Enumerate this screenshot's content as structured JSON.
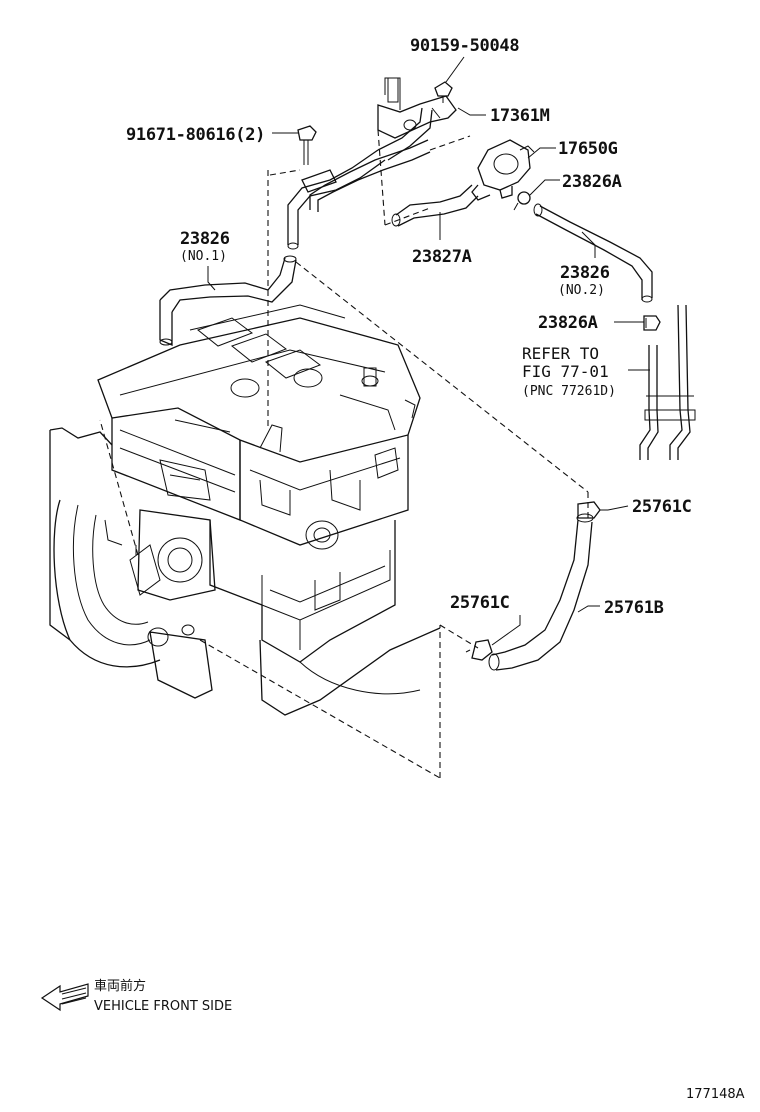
{
  "parts": {
    "p_90159": "90159-50048",
    "p_17361": "17361M",
    "p_91671": "91671-80616(2)",
    "p_17650": "17650G",
    "p_23826A_top": "23826A",
    "p_23826_no1": "23826",
    "p_23826_no1_sub": "(NO.1)",
    "p_23827A": "23827A",
    "p_23826_no2": "23826",
    "p_23826_no2_sub": "(NO.2)",
    "p_23826A_mid": "23826A",
    "p_25761C_right": "25761C",
    "p_25761C_left": "25761C",
    "p_25761B": "25761B"
  },
  "reference": {
    "line1": "REFER TO",
    "line2": "FIG 77-01",
    "line3": "(PNC 77261D)"
  },
  "footer": {
    "direction_jp": "車両前方",
    "direction_en": "VEHICLE FRONT SIDE",
    "diagram_id": "177148A"
  }
}
